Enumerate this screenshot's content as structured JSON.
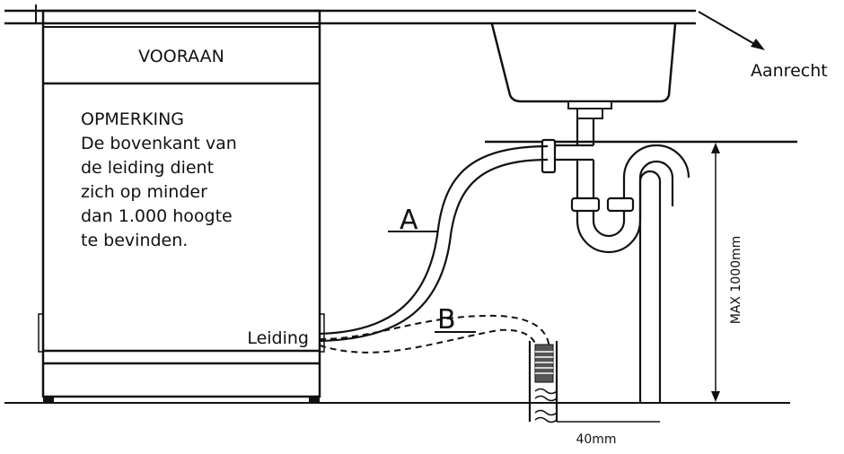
{
  "diagram": {
    "front_label": "VOORAAN",
    "note_lines": [
      "OPMERKING",
      "De bovenkant van",
      "de leiding dient",
      "zich op minder",
      "dan 1.000 hoogte",
      "te bevinden."
    ],
    "hose_label": "Leiding",
    "counter_label": "Aanrecht",
    "hose_a_label": "A",
    "hose_b_label": "B",
    "max_height_label": "MAX 1000mm",
    "standpipe_width_label": "40mm"
  },
  "colors": {
    "line": "#111111",
    "background": "#ffffff"
  }
}
